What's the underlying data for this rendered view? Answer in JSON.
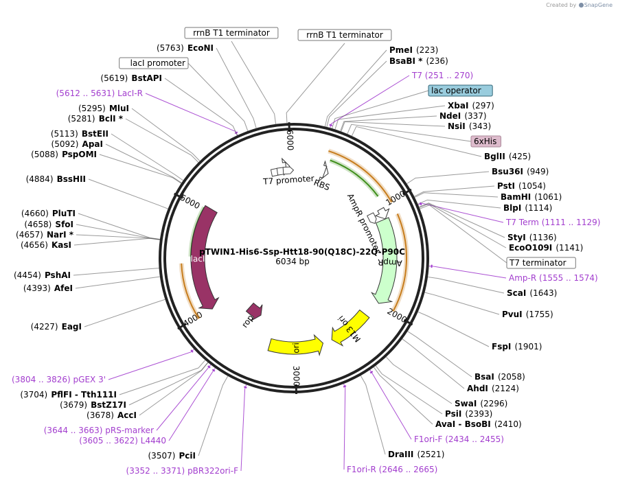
{
  "credit": {
    "prefix": "Created by",
    "brand": "SnapGene"
  },
  "plasmid": {
    "name": "pTWIN1-His6-Ssp-Htt18-90(Q18C)-22Q-P90C",
    "length": "6034 bp"
  },
  "ticks": [
    {
      "label": "1000",
      "bp": 1000
    },
    {
      "label": "2000",
      "bp": 2000
    },
    {
      "label": "3000",
      "bp": 3000
    },
    {
      "label": "4000",
      "bp": 4000
    },
    {
      "label": "5000",
      "bp": 5000
    },
    {
      "label": "6000",
      "bp": 6000
    }
  ],
  "features": [
    {
      "name": "lacI",
      "start": 3990,
      "end": 5040,
      "strand": -1,
      "color": "#993366",
      "label": "lacI"
    },
    {
      "name": "AmpR",
      "start": 1120,
      "end": 1980,
      "strand": 1,
      "color": "#ccffcc",
      "label": "AmpR"
    },
    {
      "name": "AmpR promoter",
      "start": 1015,
      "end": 1120,
      "strand": 1,
      "color": "#ffffff",
      "label": "AmpR promoter"
    },
    {
      "name": "M13 ori",
      "start": 2150,
      "end": 2600,
      "strand": 1,
      "color": "#ffff00",
      "label": "M13 ori"
    },
    {
      "name": "ori",
      "start": 2700,
      "end": 3280,
      "strand": -1,
      "color": "#ffff00",
      "label": "ori"
    },
    {
      "name": "rop",
      "start": 3520,
      "end": 3720,
      "strand": -1,
      "color": "#993366",
      "label": "rop"
    },
    {
      "name": "RBS",
      "start": 330,
      "end": 370,
      "strand": 1,
      "color": "#ffffff",
      "label": "RBS"
    },
    {
      "name": "T7 promoter",
      "start": 5950,
      "end": 5990,
      "strand": 1,
      "color": "#ffffff",
      "label": "T7 promoter"
    }
  ],
  "sites": [
    {
      "name": "PmeI",
      "pos": "(223)"
    },
    {
      "name": "BsaBI *",
      "pos": "(236)"
    },
    {
      "name": "XbaI",
      "pos": "(297)"
    },
    {
      "name": "NdeI",
      "pos": "(337)"
    },
    {
      "name": "NsiI",
      "pos": "(343)"
    },
    {
      "name": "BglII",
      "pos": "(425)"
    },
    {
      "name": "Bsu36I",
      "pos": "(949)"
    },
    {
      "name": "PstI",
      "pos": "(1054)"
    },
    {
      "name": "BamHI",
      "pos": "(1061)"
    },
    {
      "name": "BlpI",
      "pos": "(1114)"
    },
    {
      "name": "StyI",
      "pos": "(1136)"
    },
    {
      "name": "EcoO109I",
      "pos": "(1141)"
    },
    {
      "name": "ScaI",
      "pos": "(1643)"
    },
    {
      "name": "PvuI",
      "pos": "(1755)"
    },
    {
      "name": "FspI",
      "pos": "(1901)"
    },
    {
      "name": "BsaI",
      "pos": "(2058)"
    },
    {
      "name": "AhdI",
      "pos": "(2124)"
    },
    {
      "name": "SwaI",
      "pos": "(2296)"
    },
    {
      "name": "PsiI",
      "pos": "(2393)"
    },
    {
      "name": "AvaI  -  BsoBI",
      "pos": "(2410)"
    },
    {
      "name": "DraIII",
      "pos": "(2521)"
    },
    {
      "name": "EcoNI",
      "pos": "(5763)"
    },
    {
      "name": "BstAPI",
      "pos": "(5619)"
    },
    {
      "name": "MluI",
      "pos": "(5295)"
    },
    {
      "name": "BclI *",
      "pos": "(5281)"
    },
    {
      "name": "BstEII",
      "pos": "(5113)"
    },
    {
      "name": "ApaI",
      "pos": "(5092)"
    },
    {
      "name": "PspOMI",
      "pos": "(5088)"
    },
    {
      "name": "BssHII",
      "pos": "(4884)"
    },
    {
      "name": "PluTI",
      "pos": "(4660)"
    },
    {
      "name": "SfoI",
      "pos": "(4658)"
    },
    {
      "name": "NarI *",
      "pos": "(4657)"
    },
    {
      "name": "KasI",
      "pos": "(4656)"
    },
    {
      "name": "PshAI",
      "pos": "(4454)"
    },
    {
      "name": "AfeI",
      "pos": "(4393)"
    },
    {
      "name": "EagI",
      "pos": "(4227)"
    },
    {
      "name": "PflFI  -  Tth111I",
      "pos": "(3704)"
    },
    {
      "name": "BstZ17I",
      "pos": "(3679)"
    },
    {
      "name": "AccI",
      "pos": "(3678)"
    },
    {
      "name": "PciI",
      "pos": "(3507)"
    }
  ],
  "primers": [
    {
      "name": "T7",
      "range": "(251 .. 270)"
    },
    {
      "name": "T7 Term",
      "range": "(1111 .. 1129)"
    },
    {
      "name": "Amp-R",
      "range": "(1555 .. 1574)"
    },
    {
      "name": "F1ori-F",
      "range": "(2434 .. 2455)"
    },
    {
      "name": "F1ori-R",
      "range": "(2646 .. 2665)"
    },
    {
      "name": "pBR322ori-F",
      "range": "(3352 .. 3371)"
    },
    {
      "name": "L4440",
      "range": "(3605 .. 3622)"
    },
    {
      "name": "pRS-marker",
      "range": "(3644 .. 3663)"
    },
    {
      "name": "pGEX 3'",
      "range": "(3804 .. 3826)"
    },
    {
      "name": "LacI-R",
      "range": "(5612 .. 5631)"
    }
  ],
  "boxed": [
    {
      "name": "rrnB T1 terminator",
      "fill": "#ffffff",
      "stroke": "#777777"
    },
    {
      "name": "rrnB T1 terminator",
      "fill": "#ffffff",
      "stroke": "#777777"
    },
    {
      "name": "lacI promoter",
      "fill": "#ffffff",
      "stroke": "#777777"
    },
    {
      "name": "lac operator",
      "fill": "#99ccdd",
      "stroke": "#336677"
    },
    {
      "name": "6xHis",
      "fill": "#ddbbcc",
      "stroke": "#aa8899"
    },
    {
      "name": "T7 terminator",
      "fill": "#ffffff",
      "stroke": "#777777"
    }
  ]
}
